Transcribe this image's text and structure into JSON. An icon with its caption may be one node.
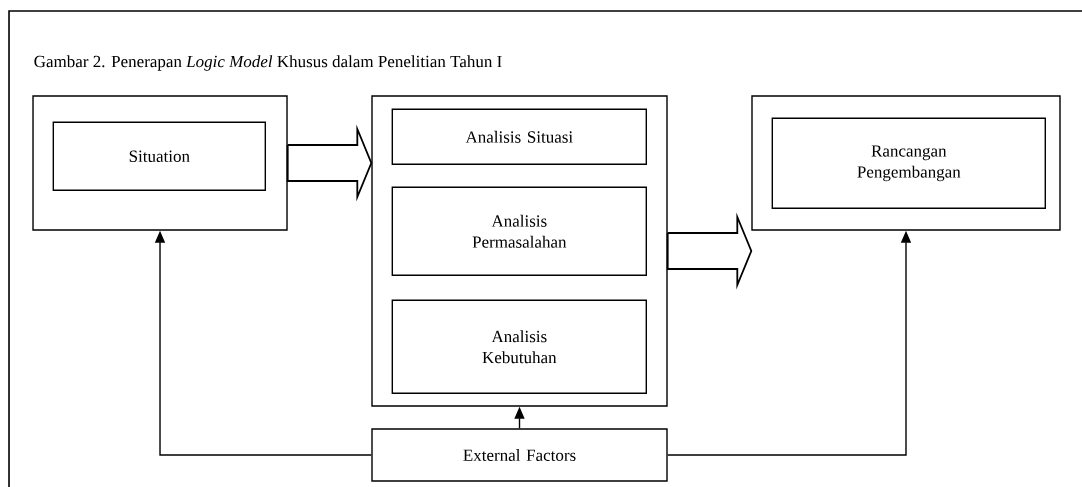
{
  "diagram": {
    "title": "Gambar 2. Penerapan *Logic Model* Khusus dalam Penelitian Tahun I",
    "nodes": [
      {
        "text": [],
        "shape": "box"
      },
      {
        "text": [
          "Situation"
        ],
        "in": 0
      },
      {
        "text": [],
        "shape": "box"
      },
      {
        "text": [
          "Analisis Situasi"
        ],
        "in": 2
      },
      {
        "text": [
          "Analisis Permasalahan"
        ],
        "in": 2
      },
      {
        "text": [
          "Analisis Kebutuhan"
        ],
        "in": 2
      },
      {
        "text": [],
        "shape": "box"
      },
      {
        "text": [
          "Rancangan Pengembangan"
        ],
        "in": 6
      },
      {
        "text": [
          "External Factors"
        ]
      }
    ],
    "edges": [
      {
        "from": 0,
        "to": 2,
        "arrow": "to",
        "style": "thick"
      },
      {
        "from": 2,
        "to": 6,
        "arrow": "to",
        "style": "thick"
      },
      {
        "from": 8,
        "to": 0,
        "arrow": "to"
      },
      {
        "from": 8,
        "to": 2,
        "arrow": "to"
      },
      {
        "from": 8,
        "to": 6,
        "arrow": "to"
      }
    ]
  }
}
